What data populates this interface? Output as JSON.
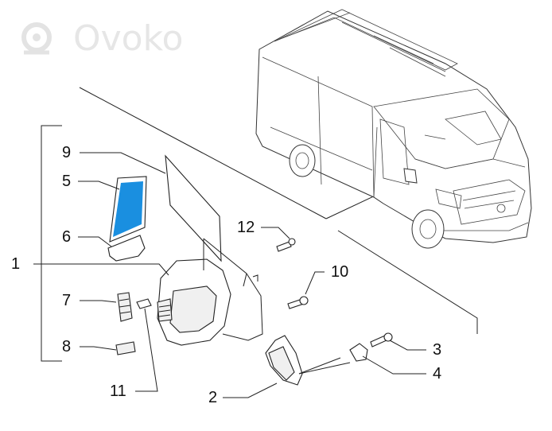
{
  "watermark": "Ovoko",
  "callouts": [
    {
      "id": "c1",
      "label": "1"
    },
    {
      "id": "c2",
      "label": "2"
    },
    {
      "id": "c3",
      "label": "3"
    },
    {
      "id": "c4",
      "label": "4"
    },
    {
      "id": "c5",
      "label": "5"
    },
    {
      "id": "c6",
      "label": "6"
    },
    {
      "id": "c7",
      "label": "7"
    },
    {
      "id": "c8",
      "label": "8"
    },
    {
      "id": "c9",
      "label": "9"
    },
    {
      "id": "c10",
      "label": "10"
    },
    {
      "id": "c11",
      "label": "11"
    },
    {
      "id": "c12",
      "label": "12"
    }
  ],
  "colors": {
    "mirror_glass_highlight": "#1a8fe0",
    "line": "#222222",
    "watermark": "#e6e6e6"
  }
}
